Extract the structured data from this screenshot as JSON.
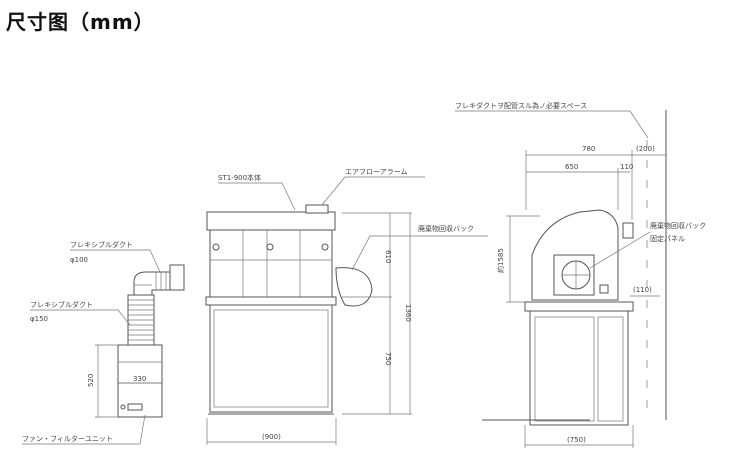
{
  "title": "尺寸图（mm）",
  "labels": {
    "main_body": "ST1-900本体",
    "airflow_alarm": "エアフローアラーム",
    "waste_bag": "廃棄物回収バック",
    "flex_duct_100": "フレキシブルダクト",
    "phi_100": "φ100",
    "flex_duct_150": "フレキシブルダクト",
    "phi_150": "φ150",
    "fan_filter_unit": "ファン・フィルターユニット",
    "duct_space": "フレキダクトヲ配管スル為ノ必要スペース",
    "waste_bag_panel_1": "廃棄物回収バック",
    "waste_bag_panel_2": "固定パネル"
  },
  "dimensions": {
    "front_upper_height": "610",
    "front_total_height": "1360",
    "front_stand_height": "750",
    "front_width": "(900)",
    "fan_height": "520",
    "fan_width": "330",
    "side_depth_total": "780",
    "side_space": "(200)",
    "side_depth": "650",
    "side_offset": "110",
    "side_height": "約1585",
    "side_small": "(110)",
    "side_width": "(750)"
  }
}
